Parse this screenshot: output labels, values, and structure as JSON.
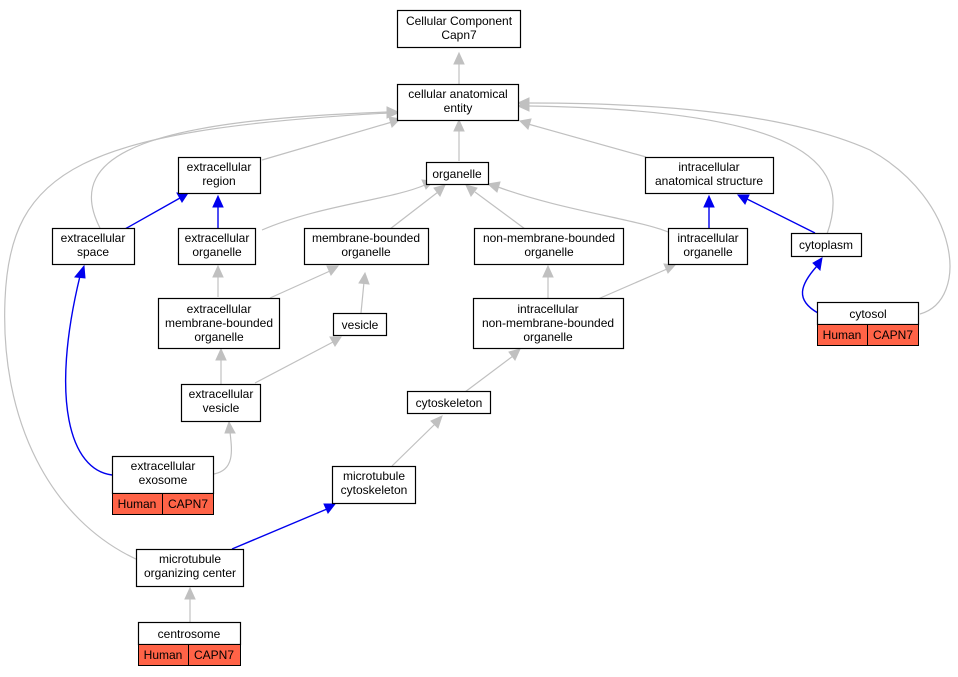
{
  "colors": {
    "is_a_edge": "#c0c0c0",
    "part_of_edge": "#0000ee",
    "annotation_fill": "#ff6347"
  },
  "nodes": {
    "root": [
      "Cellular Component",
      "Capn7"
    ],
    "cellular_anatomical_entity": [
      "cellular anatomical",
      "entity"
    ],
    "extracellular_region": [
      "extracellular",
      "region"
    ],
    "organelle": [
      "organelle"
    ],
    "intracellular_anatomical_structure": [
      "intracellular",
      "anatomical structure"
    ],
    "extracellular_space": [
      "extracellular",
      "space"
    ],
    "extracellular_organelle": [
      "extracellular",
      "organelle"
    ],
    "membrane_bounded_organelle": [
      "membrane-bounded",
      "organelle"
    ],
    "non_membrane_bounded_organelle": [
      "non-membrane-bounded",
      "organelle"
    ],
    "intracellular_organelle": [
      "intracellular",
      "organelle"
    ],
    "cytoplasm": [
      "cytoplasm"
    ],
    "extracellular_membrane_bounded_organelle": [
      "extracellular",
      "membrane-bounded",
      "organelle"
    ],
    "vesicle": [
      "vesicle"
    ],
    "intracellular_non_membrane_bounded_organelle": [
      "intracellular",
      "non-membrane-bounded",
      "organelle"
    ],
    "cytosol": [
      "cytosol"
    ],
    "extracellular_vesicle": [
      "extracellular",
      "vesicle"
    ],
    "cytoskeleton": [
      "cytoskeleton"
    ],
    "extracellular_exosome": [
      "extracellular",
      "exosome"
    ],
    "microtubule_cytoskeleton": [
      "microtubule",
      "cytoskeleton"
    ],
    "microtubule_organizing_center": [
      "microtubule",
      "organizing center"
    ],
    "centrosome": [
      "centrosome"
    ]
  },
  "annotations": {
    "cytosol": [
      "Human",
      "CAPN7"
    ],
    "extracellular_exosome": [
      "Human",
      "CAPN7"
    ],
    "centrosome": [
      "Human",
      "CAPN7"
    ]
  }
}
